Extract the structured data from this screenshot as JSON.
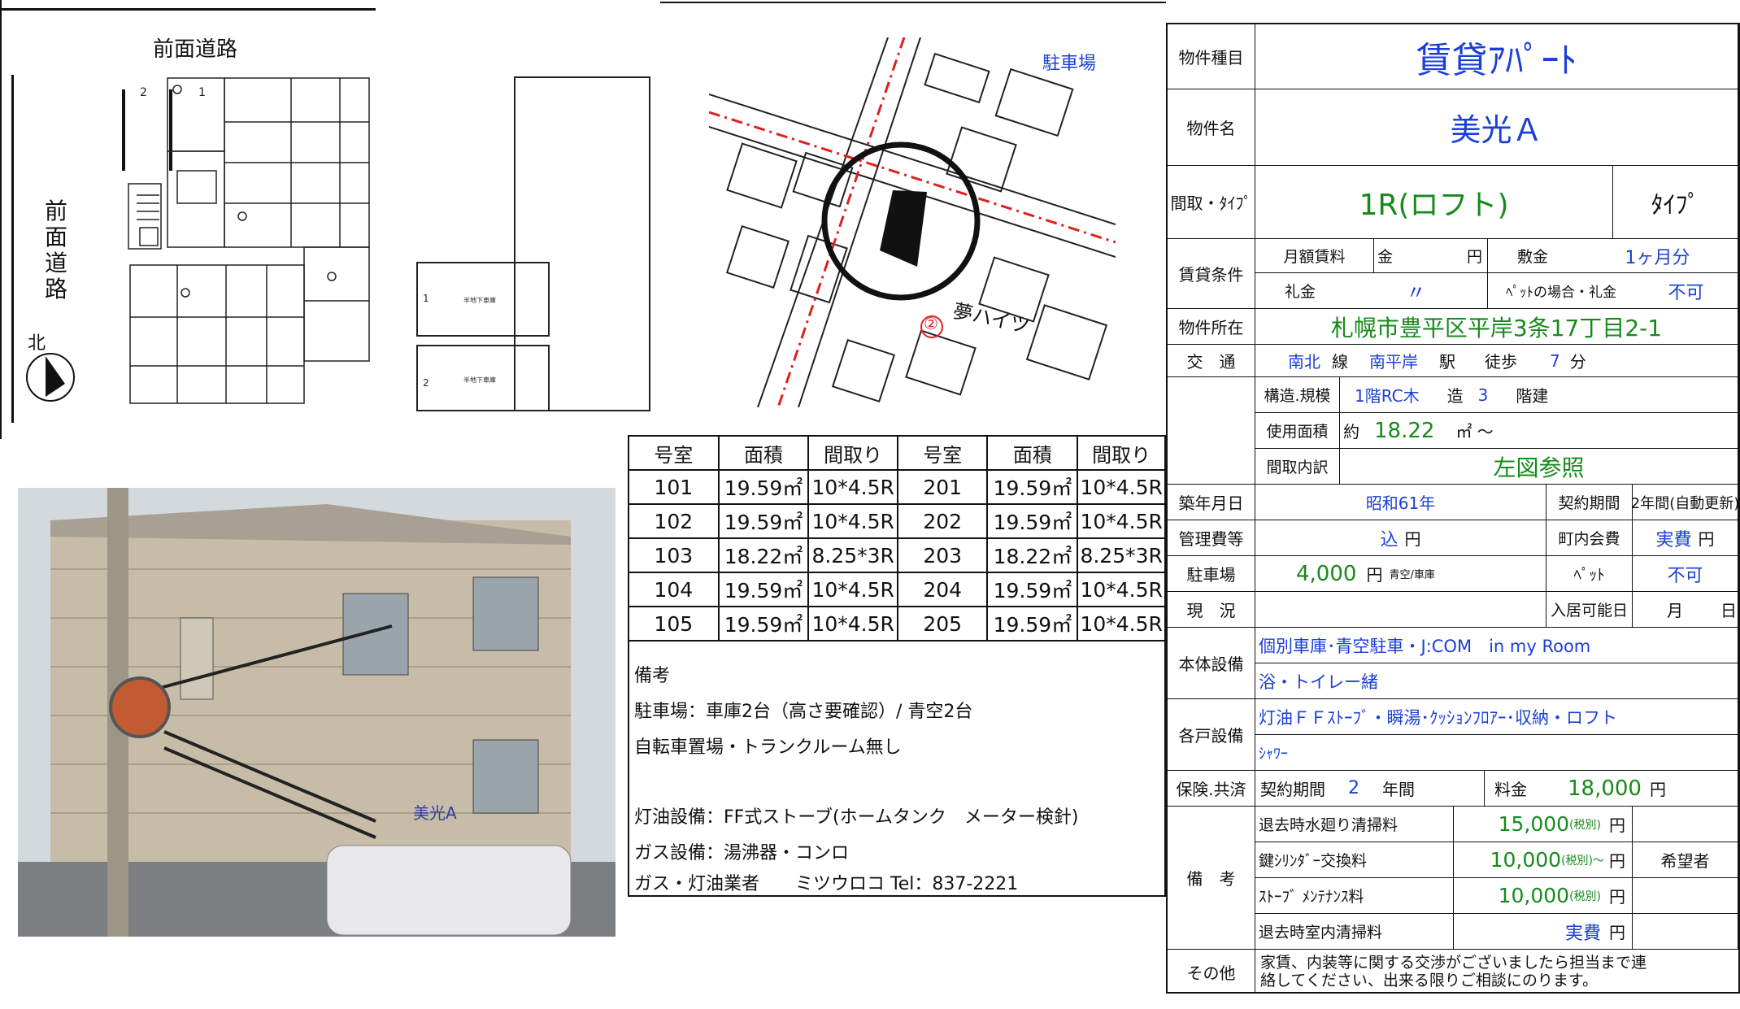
{
  "floor_plan": {
    "road_top": "前面道路",
    "road_side": [
      "前",
      "面",
      "道",
      "路"
    ],
    "north": "北",
    "parking_nums": [
      "2",
      "1"
    ],
    "garage_nums": [
      "1",
      "2"
    ],
    "garage_label": "半地下車庫"
  },
  "map": {
    "parking_label": "駐車場",
    "building_label": "夢ハイツ",
    "circle_num": "②"
  },
  "photo": {
    "sign": "美光A"
  },
  "room_table": {
    "headers": [
      "号室",
      "面積",
      "間取り",
      "号室",
      "面積",
      "間取り"
    ],
    "rows": [
      [
        "101",
        "19.59㎡",
        "10*4.5R",
        "201",
        "19.59㎡",
        "10*4.5R"
      ],
      [
        "102",
        "19.59㎡",
        "10*4.5R",
        "202",
        "19.59㎡",
        "10*4.5R"
      ],
      [
        "103",
        "18.22㎡",
        "8.25*3R",
        "203",
        "18.22㎡",
        "8.25*3R"
      ],
      [
        "104",
        "19.59㎡",
        "10*4.5R",
        "204",
        "19.59㎡",
        "10*4.5R"
      ],
      [
        "105",
        "19.59㎡",
        "10*4.5R",
        "205",
        "19.59㎡",
        "10*4.5R"
      ]
    ]
  },
  "notes": {
    "title": "備考",
    "line1": "駐車場：車庫2台（高さ要確認）/ 青空2台",
    "line2": "自転車置場・トランクルーム無し",
    "line3": "灯油設備：FF式ストーブ(ホームタンク　メーター検針)",
    "line4": "ガス設備：湯沸器・コンロ",
    "line5": "ガス・灯油業者　　ミツウロコ Tel：837-2221"
  },
  "spec": {
    "type_label": "物件種目",
    "type_value": "賃貸ｱﾊﾟｰﾄ",
    "name_label": "物件名",
    "name_value": "美光Ａ",
    "layout_label": "間取・ﾀｲﾌﾟ",
    "layout_value": "1R(ロフト)",
    "layout_type": "ﾀｲﾌﾟ",
    "cond_label": "賃貸条件",
    "rent_label": "月額賃料",
    "kin": "金",
    "yen": "円",
    "deposit_label": "敷金",
    "deposit_value": "1ヶ月分",
    "key_label": "礼金",
    "key_value": "〃",
    "pet_key_label": "ﾍﾟｯﾄの場合・礼金",
    "pet_key_value": "不可",
    "addr_label": "物件所在",
    "addr_value": "札幌市豊平区平岸3条17丁目2-1",
    "traffic_label": "交　通",
    "line_name": "南北",
    "line_word": "線",
    "station": "南平岸",
    "station_word": "駅",
    "walk_word": "徒歩",
    "walk_min": "7",
    "min_word": "分",
    "struct_label": "構造.規模",
    "struct_floor": "1階RC木",
    "struct_zo": "造",
    "struct_n": "3",
    "struct_kai": "階建",
    "area_label": "使用面積",
    "area_approx": "約",
    "area_value": "18.22",
    "area_unit": "㎡ ～",
    "room_label": "間取内訳",
    "room_value": "左図参照",
    "built_label": "築年月日",
    "built_value": "昭和61年",
    "contract_label": "契約期間",
    "contract_value": "2年間(自動更新)",
    "mgmt_label": "管理費等",
    "mgmt_value": "込",
    "town_label": "町内会費",
    "town_value": "実費",
    "parking_label": "駐車場",
    "parking_value": "4,000",
    "parking_sub": "青空/車庫",
    "pet_label": "ﾍﾟｯﾄ",
    "pet_value": "不可",
    "status_label": "現　況",
    "movein_label": "入居可能日",
    "month_word": "月",
    "day_word": "日",
    "facility_label": "本体設備",
    "facility_1": "個別車庫･青空駐車・J:COM　in my Room",
    "facility_2": "浴・トイレー緒",
    "unit_label": "各戸設備",
    "unit_1": "灯油ＦＦｽﾄｰﾌﾞ・瞬湯･ｸｯｼｮﾝﾌﾛｱｰ･収納・ロフト",
    "unit_2": "ｼｬﾜｰ",
    "ins_label": "保険.共済",
    "ins_period": "契約期間",
    "ins_years": "2",
    "ins_nen": "年間",
    "ins_fee_label": "料金",
    "ins_fee": "18,000",
    "remarks_label": "備　考",
    "r1_label": "退去時水廻り清掃料",
    "r1_value": "15,000",
    "r1_tax": "(税別)",
    "r2_label": "鍵ｼﾘﾝﾀﾞｰ交換料",
    "r2_value": "10,000",
    "r2_tax": "(税別)～",
    "r2_extra": "希望者",
    "r3_label": "ｽﾄｰﾌﾞ ﾒﾝﾃﾅﾝｽ料",
    "r3_value": "10,000",
    "r3_tax": "(税別)",
    "r4_label": "退去時室内清掃料",
    "r4_value": "実費",
    "other_label": "その他",
    "other_1": "家賃、内装等に関する交渉がございましたら担当まで連",
    "other_2": "絡してください、出来る限りご相談にのります。"
  }
}
